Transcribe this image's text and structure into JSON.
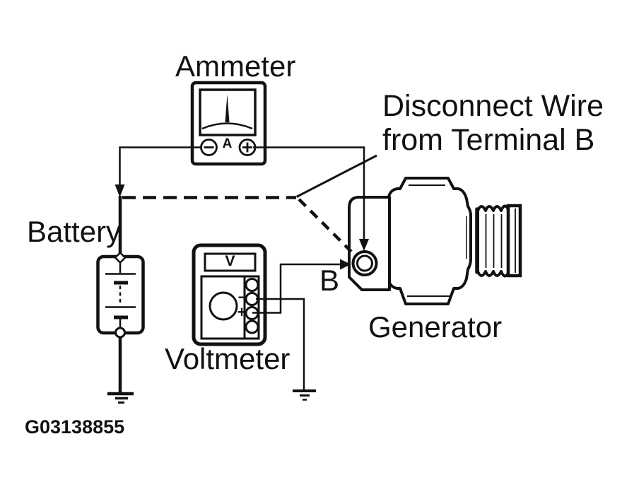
{
  "colors": {
    "ink": "#111111",
    "background": "#ffffff"
  },
  "ammeter": {
    "label": "Ammeter",
    "unit": "A"
  },
  "battery": {
    "label": "Battery"
  },
  "voltmeter": {
    "label": "Voltmeter",
    "unit": "V",
    "minus_jack": "−",
    "plus_jack": "+"
  },
  "generator": {
    "label": "Generator",
    "terminal_label": "B"
  },
  "annotation": {
    "line1": "Disconnect Wire",
    "line2": "from Terminal B"
  },
  "figure_code": "G03138855"
}
